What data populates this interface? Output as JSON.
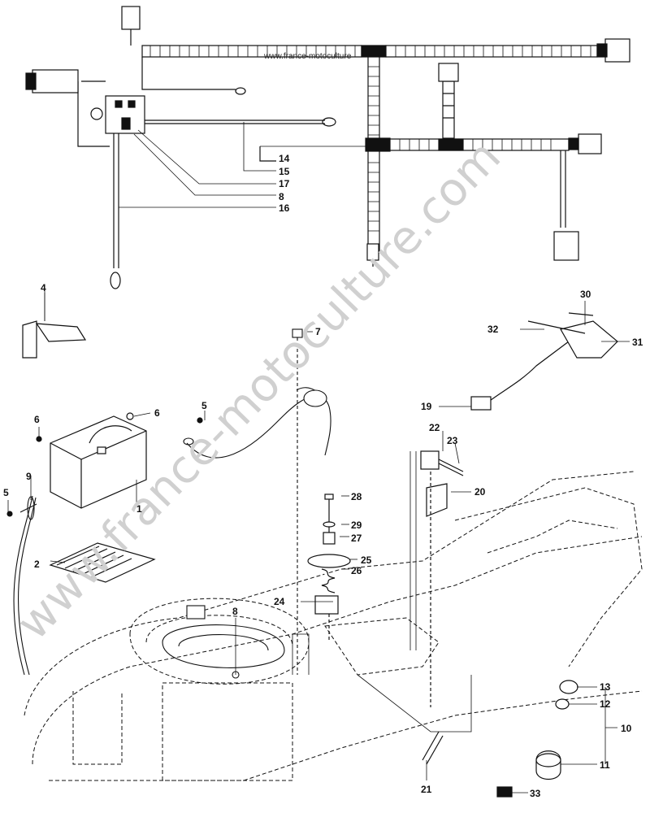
{
  "watermark_main": "www.france-motoculture.com",
  "watermark_small": "www.france-motoculture",
  "callouts": [
    {
      "id": "c1",
      "text": "1"
    },
    {
      "id": "c2",
      "text": "2"
    },
    {
      "id": "c4",
      "text": "4"
    },
    {
      "id": "c5a",
      "text": "5"
    },
    {
      "id": "c5b",
      "text": "5"
    },
    {
      "id": "c6a",
      "text": "6"
    },
    {
      "id": "c6b",
      "text": "6"
    },
    {
      "id": "c7",
      "text": "7"
    },
    {
      "id": "c8a",
      "text": "8"
    },
    {
      "id": "c8b",
      "text": "8"
    },
    {
      "id": "c9",
      "text": "9"
    },
    {
      "id": "c10",
      "text": "10"
    },
    {
      "id": "c11",
      "text": "11"
    },
    {
      "id": "c12",
      "text": "12"
    },
    {
      "id": "c13",
      "text": "13"
    },
    {
      "id": "c14",
      "text": "14"
    },
    {
      "id": "c15",
      "text": "15"
    },
    {
      "id": "c16",
      "text": "16"
    },
    {
      "id": "c17",
      "text": "17"
    },
    {
      "id": "c19",
      "text": "19"
    },
    {
      "id": "c20",
      "text": "20"
    },
    {
      "id": "c21",
      "text": "21"
    },
    {
      "id": "c22",
      "text": "22"
    },
    {
      "id": "c23",
      "text": "23"
    },
    {
      "id": "c24",
      "text": "24"
    },
    {
      "id": "c25",
      "text": "25"
    },
    {
      "id": "c26",
      "text": "26"
    },
    {
      "id": "c27",
      "text": "27"
    },
    {
      "id": "c28",
      "text": "28"
    },
    {
      "id": "c29",
      "text": "29"
    },
    {
      "id": "c30",
      "text": "30"
    },
    {
      "id": "c31",
      "text": "31"
    },
    {
      "id": "c32",
      "text": "32"
    },
    {
      "id": "c33",
      "text": "33"
    }
  ]
}
